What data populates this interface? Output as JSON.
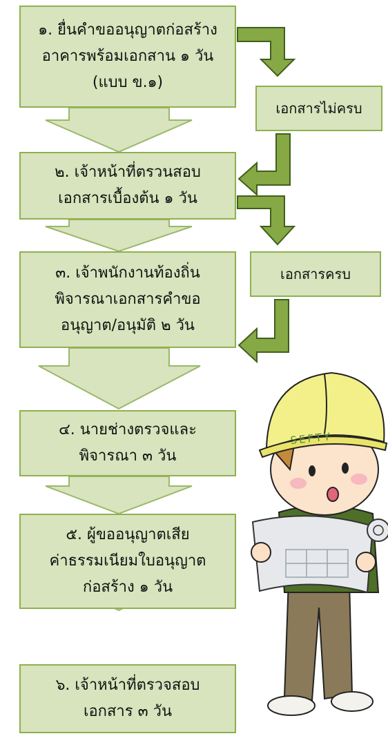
{
  "colors": {
    "box_fill": "#d7e4bd",
    "box_border": "#8fb04f",
    "arrow_fill": "#d7e4bd",
    "arrow_stroke": "#9ab86a"
  },
  "steps": [
    {
      "lines": [
        "๑. ยื่นคำขออนุญาตก่อสร้าง",
        "อาคารพร้อมเอกสาน ๑ วัน",
        "(แบบ ข.๑)"
      ]
    },
    {
      "lines": [
        "๒. เจ้าหน้าที่ตรวนสอบ",
        "เอกสารเบื้องต้น ๑ วัน"
      ]
    },
    {
      "lines": [
        "๓. เจ้าพนักงานท้องถิ่น",
        "พิจารณาเอกสารคำขอ",
        "อนุญาต/อนุมัติ ๒ วัน"
      ]
    },
    {
      "lines": [
        "๔. นายช่างตรวจและ",
        "พิจารณา ๓ วัน"
      ]
    },
    {
      "lines": [
        "๕. ผู้ขออนุญาตเสีย",
        "ค่าธรรมเนียมใบอนุญาต",
        "ก่อสร้าง ๑ วัน"
      ]
    },
    {
      "lines": [
        "๖. เจ้าหน้าที่ตรวจสอบ",
        "เอกสาร ๓ วัน"
      ]
    }
  ],
  "side_boxes": {
    "incomplete": "เอกสารไม่ครบ",
    "complete": "เอกสารครบ"
  },
  "illustration": {
    "helmet_text": "SEFTY"
  }
}
